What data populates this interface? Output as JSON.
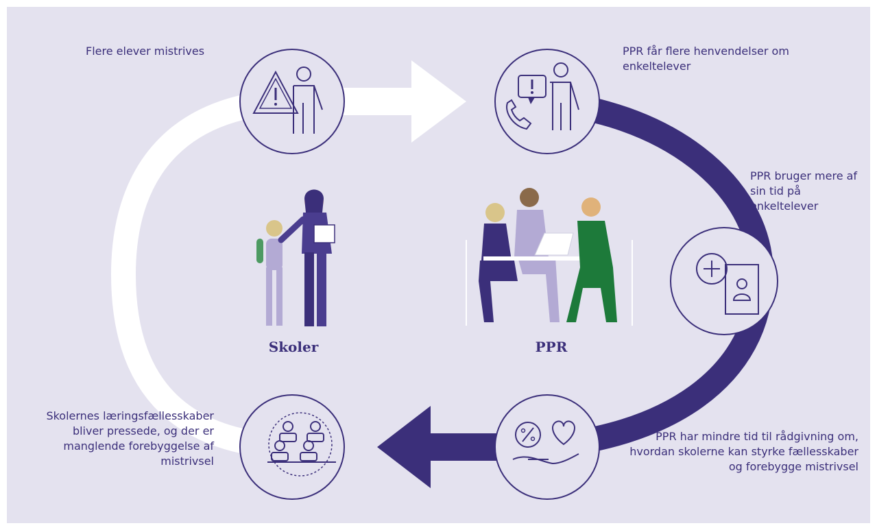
{
  "labels": {
    "step1": "Flere elever mistrives",
    "step2": "PPR får flere henvendelser om enkeltelever",
    "step3": "PPR bruger mere af sin tid på enkeltelever",
    "step4": "PPR har mindre tid til rådgivning om, hvordan skolerne kan styrke fællesskaber og forebygge mistrivsel",
    "step5": "Skolernes læringsfællesskaber bliver pressede, og der er manglende forebyggelse af mistrivsel"
  },
  "titles": {
    "schools": "Skoler",
    "ppr": "PPR"
  },
  "icons": {
    "step1": "warning-person-icon",
    "step2": "phone-message-person-icon",
    "step3": "plus-profile-card-icon",
    "step4": "percent-heart-hand-icon",
    "step5": "classroom-group-icon",
    "schools": "teacher-and-child-illustration",
    "ppr": "meeting-table-illustration"
  },
  "colors": {
    "background": "#e4e2ef",
    "navy": "#3b2f7a",
    "lilac": "#b3aad4",
    "green": "#1d7a3a",
    "white": "#ffffff"
  }
}
